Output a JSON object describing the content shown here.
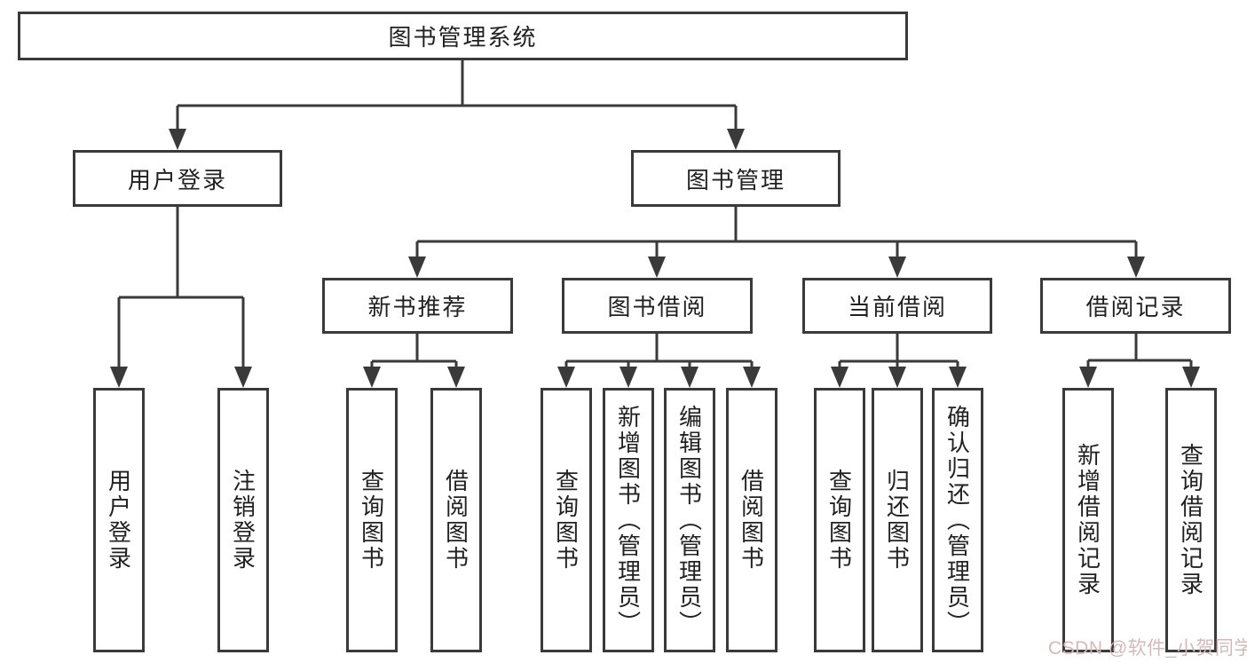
{
  "watermark": {
    "text": "CSDN @软件_小贺同学",
    "color": "#d6b8b8"
  },
  "style_colors": {
    "line": "#3a3a3a",
    "text": "#212121",
    "background": "#ffffff"
  },
  "tree": {
    "root": {
      "label": "图书管理系统"
    },
    "children": [
      {
        "label": "用户登录",
        "children": [
          {
            "label": "用户登录"
          },
          {
            "label": "注销登录"
          }
        ]
      },
      {
        "label": "图书管理",
        "children": [
          {
            "label": "新书推荐",
            "children": [
              {
                "label": "查询图书"
              },
              {
                "label": "借阅图书"
              }
            ]
          },
          {
            "label": "图书借阅",
            "children": [
              {
                "label": "查询图书"
              },
              {
                "label": "新增图书（管理员）"
              },
              {
                "label": "编辑图书（管理员）"
              },
              {
                "label": "借阅图书"
              }
            ]
          },
          {
            "label": "当前借阅",
            "children": [
              {
                "label": "查询图书"
              },
              {
                "label": "归还图书"
              },
              {
                "label": "确认归还（管理员）"
              }
            ]
          },
          {
            "label": "借阅记录",
            "children": [
              {
                "label": "新增借阅记录"
              },
              {
                "label": "查询借阅记录"
              }
            ]
          }
        ]
      }
    ]
  }
}
